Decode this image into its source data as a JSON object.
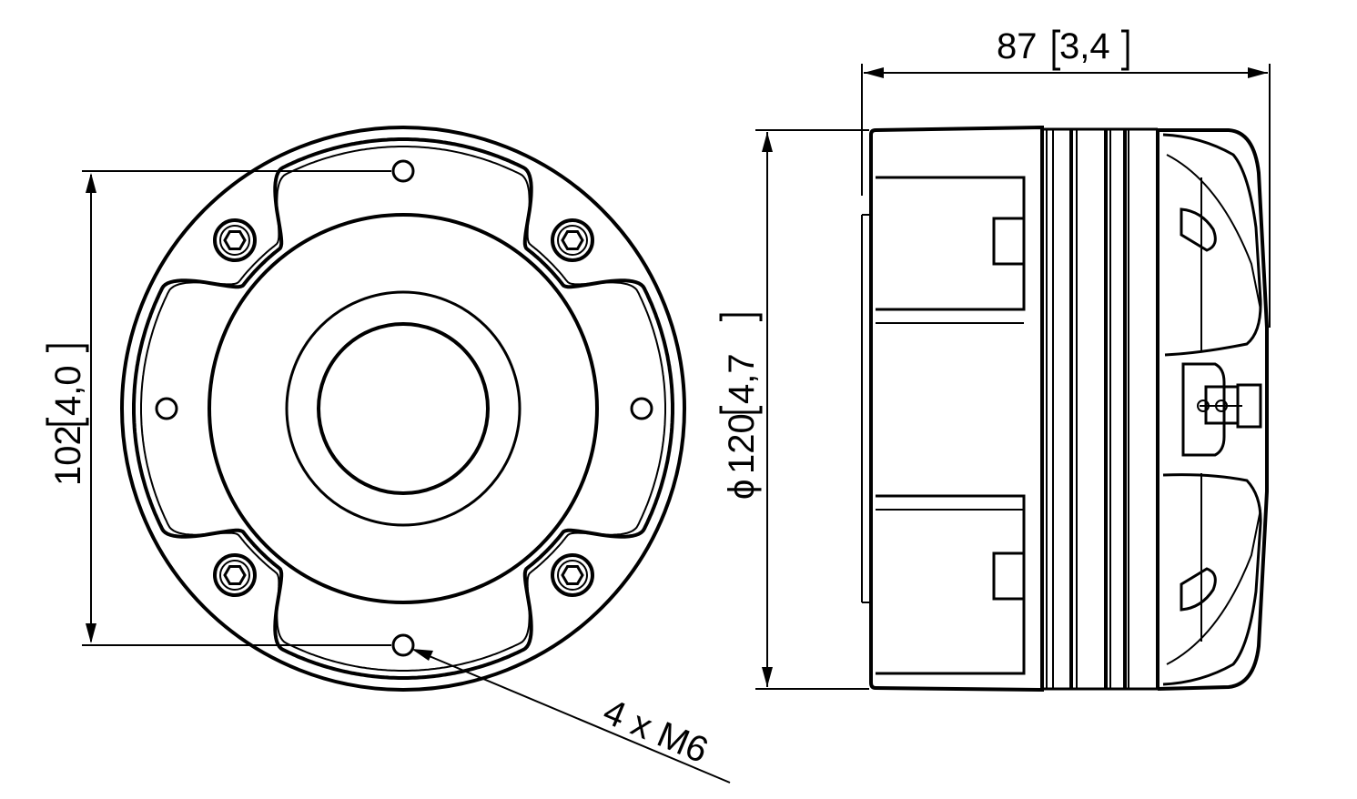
{
  "dimensions": {
    "width": {
      "value": "87",
      "inch": "3,4"
    },
    "bolt_spacing": {
      "value": "102",
      "inch": "4,0"
    },
    "diameter": {
      "symbol": "ϕ",
      "value": "120",
      "inch": "4,7"
    },
    "thread_note": "4 x M6"
  },
  "colors": {
    "line": "#000000",
    "background": "#ffffff"
  }
}
